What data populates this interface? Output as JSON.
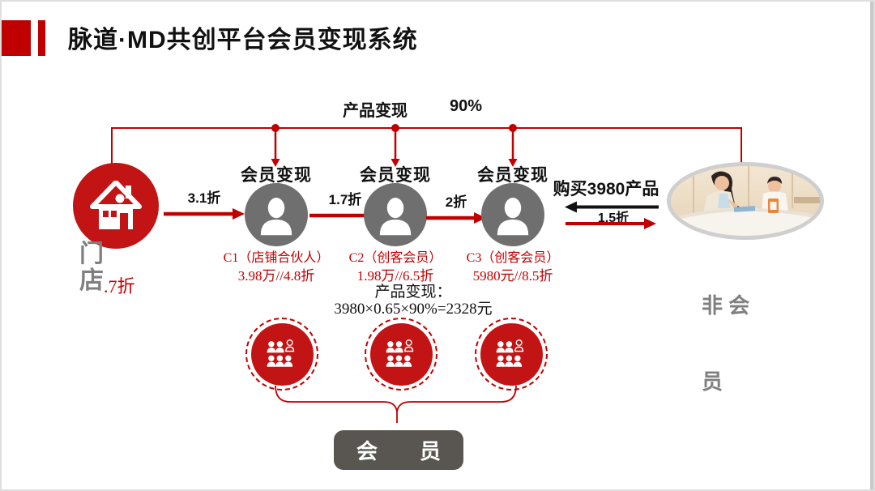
{
  "title": "脉道·MD共创平台会员变现系统",
  "top_flow": {
    "label": "产品变现",
    "value": "90%"
  },
  "store": {
    "label_lines": [
      "门",
      "店"
    ],
    "discount_note": ".7折"
  },
  "arrows": {
    "store_to_c1": "3.1折",
    "c1_to_c2": "1.7折",
    "c2_to_c3": "2折",
    "buy_product": "购买3980产品",
    "nonmember_discount": "1.5折"
  },
  "members": [
    {
      "flow_label": "会员变现",
      "name": "C1（店铺合伙人）",
      "price": "3.98万//4.8折"
    },
    {
      "flow_label": "会员变现",
      "name": "C2（创客会员）",
      "price": "1.98万//6.5折"
    },
    {
      "flow_label": "会员变现",
      "name": "C3（创客会员）",
      "price": "5980元//8.5折"
    }
  ],
  "nonmember": {
    "label_lines": [
      "非 会",
      "员"
    ]
  },
  "formula": {
    "title": "产品变现：",
    "equation": "3980×0.65×90%=2328元"
  },
  "member_box": {
    "label": "会　　员"
  },
  "colors": {
    "accent_red": "#C00000",
    "circle_red": "#C21414",
    "circle_gray": "#6F6F6F",
    "label_gray": "#7F7F7F",
    "box_gray": "#595550"
  }
}
